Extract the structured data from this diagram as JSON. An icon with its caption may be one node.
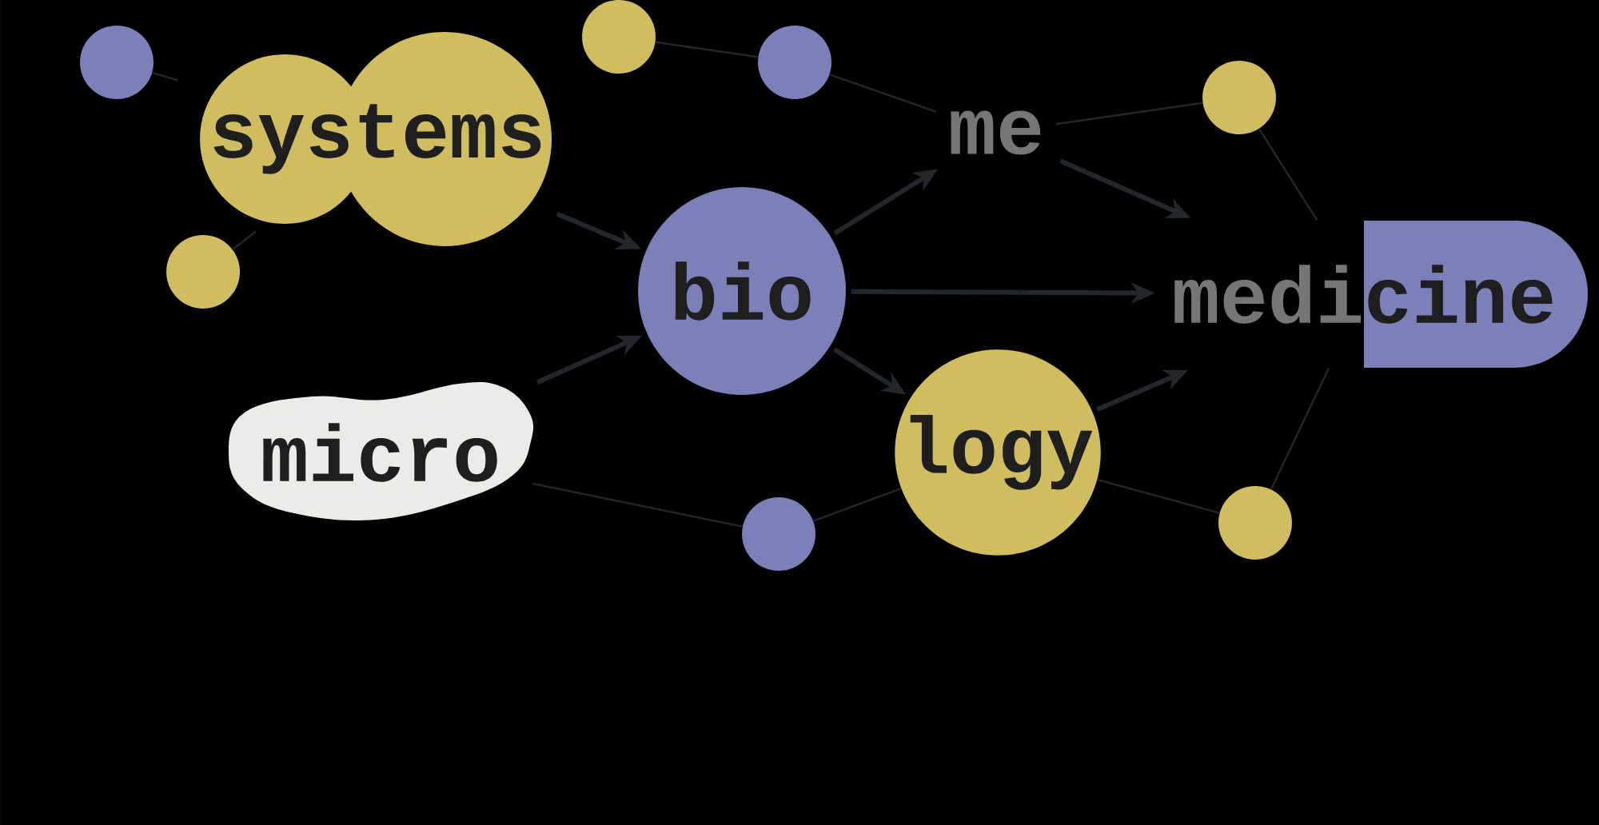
{
  "diagram": {
    "nodes": [
      {
        "text": [],
        "shape": "circle"
      },
      {
        "text": [],
        "shape": "circle"
      },
      {
        "text": [],
        "shape": "circle"
      },
      {
        "text": [
          "systems"
        ]
      },
      {
        "text": [
          "me"
        ]
      },
      {
        "text": [],
        "shape": "circle"
      },
      {
        "text": [],
        "shape": "circle"
      },
      {
        "text": [
          "bio"
        ]
      },
      {
        "text": [
          "medicine"
        ]
      },
      {
        "text": [
          "micro"
        ]
      },
      {
        "text": [
          "logy"
        ]
      },
      {
        "text": [],
        "shape": "circle"
      },
      {
        "text": [],
        "shape": "circle"
      }
    ],
    "edges": [
      {
        "from": 3,
        "to": 7,
        "arrow": "to",
        "style": "thick"
      },
      {
        "from": 9,
        "to": 7,
        "arrow": "to",
        "style": "thick"
      },
      {
        "from": 7,
        "to": 4,
        "arrow": "to",
        "style": "thick"
      },
      {
        "from": 7,
        "to": 8,
        "arrow": "to",
        "style": "thick"
      },
      {
        "from": 7,
        "to": 10,
        "arrow": "to",
        "style": "thick"
      },
      {
        "from": 4,
        "to": 8,
        "arrow": "to",
        "style": "thick"
      },
      {
        "from": 10,
        "to": 8,
        "arrow": "to",
        "style": "thick"
      },
      {
        "from": 0,
        "to": 3,
        "arrow": "none"
      },
      {
        "from": 6,
        "to": 3,
        "arrow": "none"
      },
      {
        "from": 1,
        "to": 2,
        "arrow": "none"
      },
      {
        "from": 2,
        "to": 4,
        "arrow": "none"
      },
      {
        "from": 4,
        "to": 5,
        "arrow": "none"
      },
      {
        "from": 5,
        "to": 8,
        "arrow": "none"
      },
      {
        "from": 8,
        "to": 12,
        "arrow": "none"
      },
      {
        "from": 10,
        "to": 12,
        "arrow": "none"
      },
      {
        "from": 9,
        "to": 11,
        "arrow": "none"
      },
      {
        "from": 11,
        "to": 10,
        "arrow": "none"
      }
    ]
  }
}
